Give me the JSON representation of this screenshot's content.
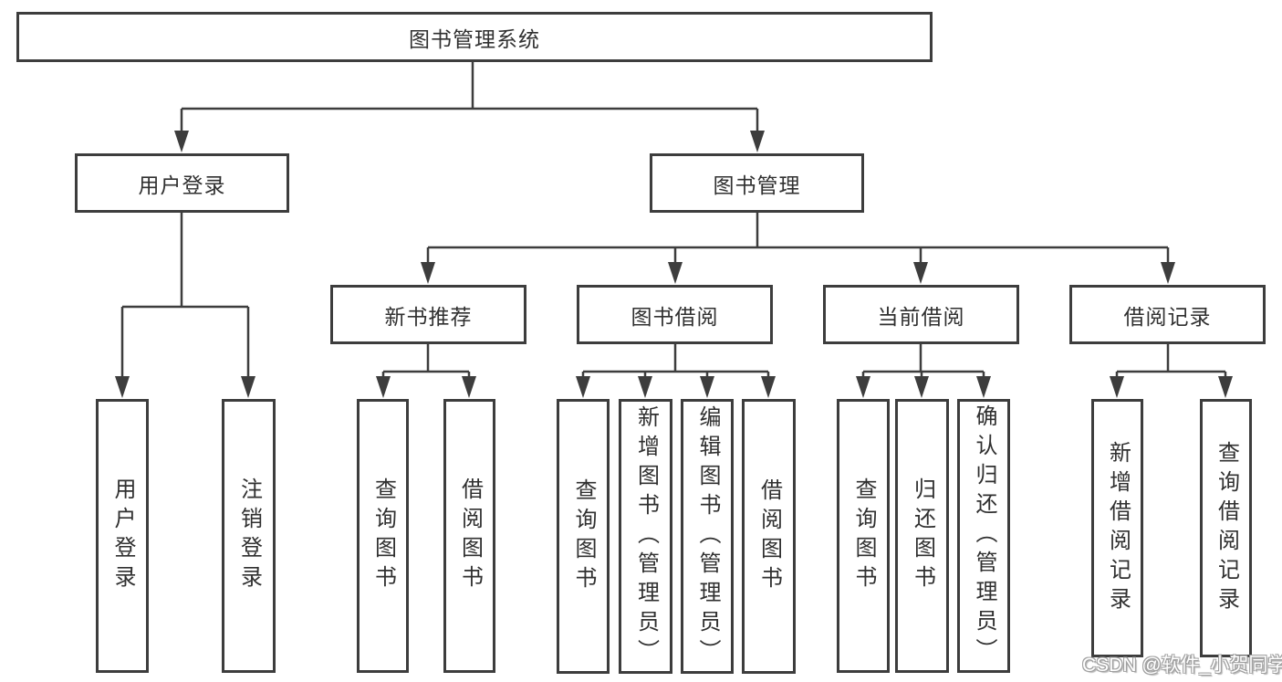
{
  "nodes": {
    "root": "图书管理系统",
    "level2": [
      "用户登录",
      "图书管理"
    ],
    "level3": [
      "新书推荐",
      "图书借阅",
      "当前借阅",
      "借阅记录"
    ],
    "leaves_user": [
      "用户登录",
      "注销登录"
    ],
    "leaves_newbook": [
      "查询图书",
      "借阅图书"
    ],
    "leaves_borrow": [
      "查询图书",
      "新增图书（管理员）",
      "编辑图书（管理员）",
      "借阅图书"
    ],
    "leaves_current": [
      "查询图书",
      "归还图书",
      "确认归还（管理员）"
    ],
    "leaves_record": [
      "新增借阅记录",
      "查询借阅记录"
    ]
  },
  "watermark": "CSDN @软件_小贺同学",
  "colors": {
    "line": "#3d3d3d",
    "text": "#303030",
    "background": "#ffffff"
  }
}
